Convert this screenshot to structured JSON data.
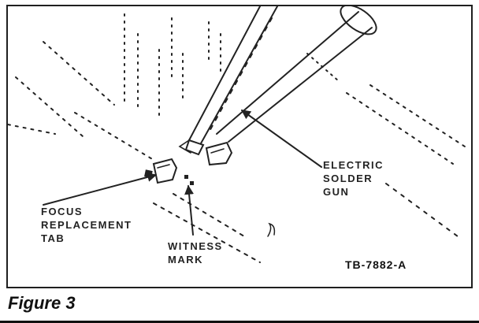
{
  "figure": {
    "caption": "Figure 3",
    "reference_code": "TB-7882-A",
    "labels": {
      "electric_solder_gun": {
        "line1": "ELECTRIC",
        "line2": "SOLDER",
        "line3": "GUN"
      },
      "focus_replacement_tab": {
        "line1": "FOCUS",
        "line2": "REPLACEMENT",
        "line3": "TAB"
      },
      "witness_mark": {
        "line1": "WITNESS",
        "line2": "MARK"
      }
    },
    "colors": {
      "ink": "#222222",
      "background": "#ffffff"
    }
  }
}
